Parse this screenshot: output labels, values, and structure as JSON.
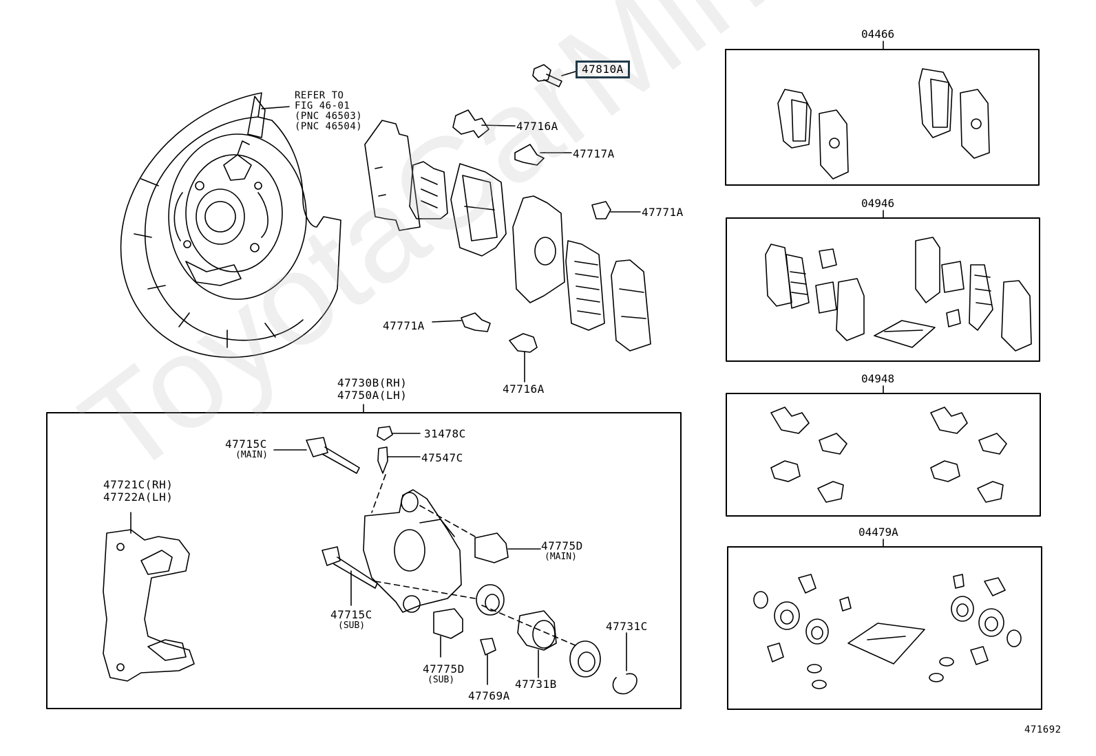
{
  "watermark": "ToyotaCarMine.ru",
  "figure_number": "471692",
  "refer": {
    "line1": "REFER TO",
    "line2": "FIG 46-01",
    "line3": "(PNC 46503)",
    "line4": "(PNC 46504)"
  },
  "parts": {
    "p47810A": "47810A",
    "p47716A_top": "47716A",
    "p47717A": "47717A",
    "p47771A_right": "47771A",
    "p47771A_left": "47771A",
    "p47716A_bottom": "47716A",
    "p47730B": "47730B(RH)",
    "p47750A": "47750A(LH)",
    "p31478C": "31478C",
    "p47547C": "47547C",
    "p47715C_main": "47715C",
    "p47715C_main_sub": "(MAIN)",
    "p47721C": "47721C(RH)",
    "p47722A": "47722A(LH)",
    "p47775D_main": "47775D",
    "p47775D_main_sub": "(MAIN)",
    "p47715C_sub": "47715C",
    "p47715C_sub_sub": "(SUB)",
    "p47775D_sub": "47775D",
    "p47775D_sub_sub": "(SUB)",
    "p47769A": "47769A",
    "p47731B": "47731B",
    "p47731C": "47731C"
  },
  "kits": [
    {
      "id": "04466"
    },
    {
      "id": "04946"
    },
    {
      "id": "04948"
    },
    {
      "id": "04479A"
    }
  ]
}
